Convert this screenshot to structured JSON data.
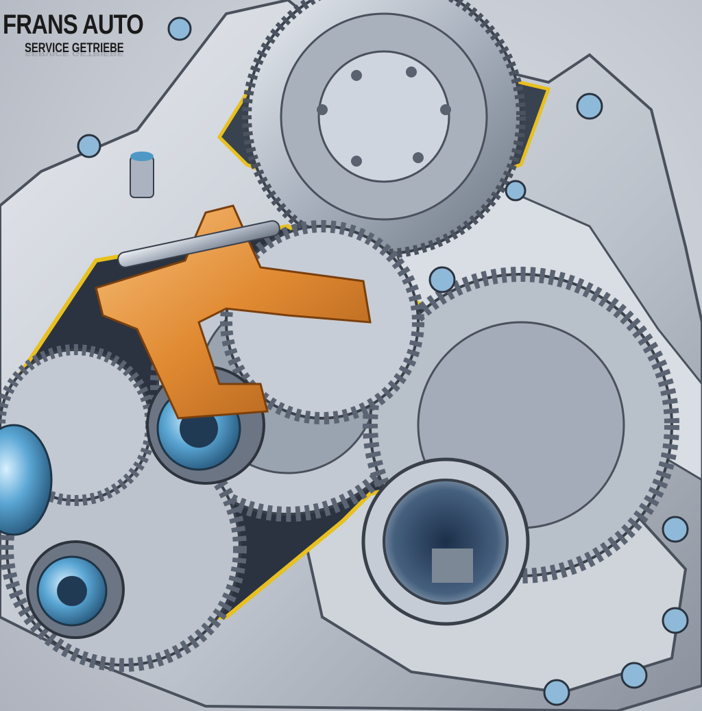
{
  "logo": {
    "title": "FRANS AUTO",
    "subtitle": "SERVICE GETRIEBE"
  },
  "illustration": {
    "subject": "gearbox-cutaway",
    "colors": {
      "background": "#c9ced8",
      "housing": "#c7ccd4",
      "housing_dark": "#5b6270",
      "gear_steel": "#9aa4b0",
      "bearing_blue": "#4f98c6",
      "shift_fork_orange": "#e08a32",
      "section_outline_yellow": "#e8c020"
    }
  }
}
